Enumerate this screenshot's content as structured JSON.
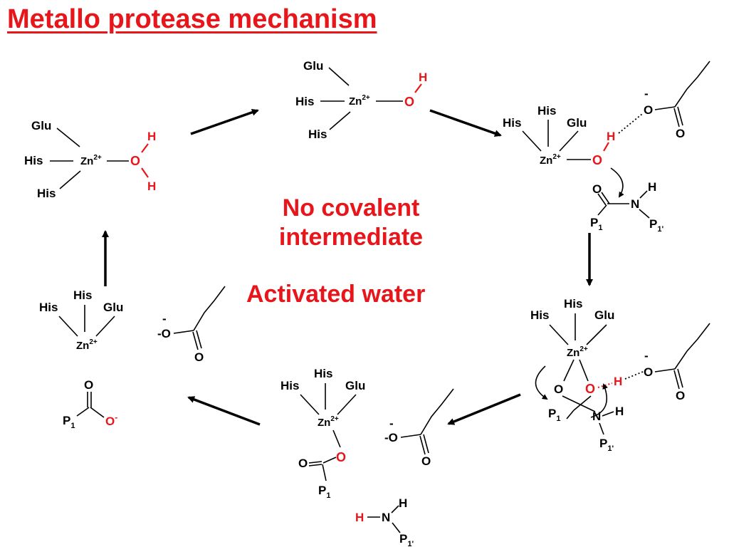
{
  "title": "Metallo protease mechanism",
  "notes": {
    "line1": "No covalent",
    "line2": "intermediate",
    "line3": "Activated water"
  },
  "labels": {
    "glu": "Glu",
    "his": "His",
    "zn": "Zn",
    "zn_charge": "2+",
    "o": "O",
    "h": "H",
    "n": "N",
    "p": "P",
    "p_sub1": "1",
    "p_sub1prime": "1'",
    "minus": "-",
    "minus_o": "-O",
    "o_minus_sup": "-"
  },
  "colors": {
    "accent": "#e8151b",
    "ink": "#000000"
  }
}
